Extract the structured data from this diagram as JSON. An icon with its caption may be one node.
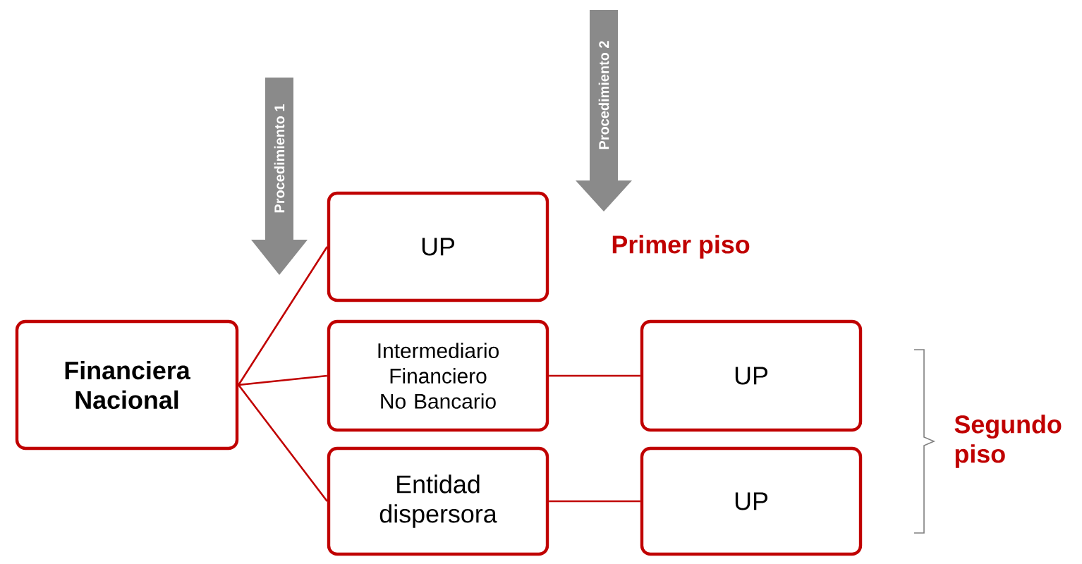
{
  "diagram": {
    "nodes": [
      {
        "text": [
          "**Financiera Nacional**"
        ]
      },
      {
        "text": [
          "UP"
        ]
      },
      {
        "text": [
          "Intermediario Financiero No Bancario"
        ]
      },
      {
        "text": [
          "Entidad dispersora"
        ]
      },
      {
        "text": [
          "UP"
        ]
      },
      {
        "text": [
          "UP"
        ]
      }
    ],
    "edges": [
      {
        "from": 0,
        "to": 1,
        "arrow": "none"
      },
      {
        "from": 0,
        "to": 2,
        "arrow": "none"
      },
      {
        "from": 0,
        "to": 3,
        "arrow": "none"
      },
      {
        "from": 2,
        "to": 4,
        "arrow": "none"
      },
      {
        "from": 3,
        "to": 5,
        "arrow": "none"
      }
    ],
    "labels": [
      "Procedimiento 1",
      "Procedimiento 2",
      "Primer piso",
      "Segundo piso"
    ]
  }
}
